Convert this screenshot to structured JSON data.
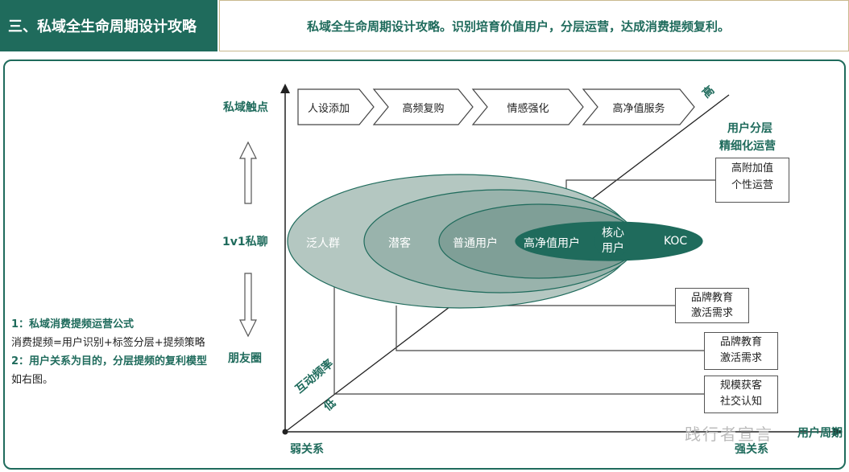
{
  "header": {
    "title": "三、私域全生命周期设计攻略",
    "subtitle": "私域全生命周期设计攻略。识别培育价值用户，分层运营，达成消费提频复利。"
  },
  "y_axis": {
    "top": "私域触点",
    "middle": "1v1私聊",
    "bottom": "朋友圈"
  },
  "x_axis": {
    "left": "弱关系",
    "right": "强关系",
    "right_suffix": "用户周期"
  },
  "diagonal": {
    "low_title": "互动频率",
    "low": "低",
    "high": "高"
  },
  "chevrons": [
    "人设添加",
    "高频复购",
    "情感强化",
    "高净值服务"
  ],
  "ellipses": {
    "general": "泛人群",
    "potential": "潜客",
    "normal": "普通用户",
    "high_value": "高净值用户",
    "core": "核心用户",
    "koc": "KOC"
  },
  "right_title": [
    "用户分层",
    "精细化运营"
  ],
  "boxes": [
    {
      "l1": "高附加值",
      "l2": "个性运营"
    },
    {
      "l1": "品牌教育",
      "l2": "激活需求"
    },
    {
      "l1": "品牌教育",
      "l2": "激活需求"
    },
    {
      "l1": "规模获客",
      "l2": "社交认知"
    }
  ],
  "notes": {
    "h1": "1：私域消费提频运营公式",
    "t1": "消费提频=用户识别+标签分层+提频策略",
    "h2": "2：用户关系为目的，分层提频的复利模型",
    "t2": "如右图。"
  },
  "watermark": "践行者宣言",
  "colors": {
    "accent": "#1f6b5c",
    "gold": "#c9b98e"
  }
}
